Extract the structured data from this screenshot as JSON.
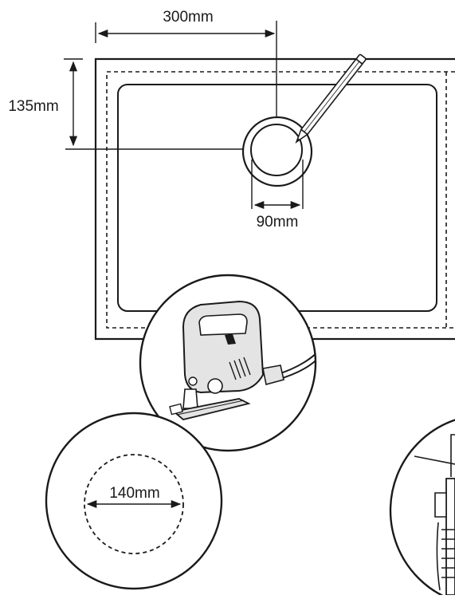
{
  "dimensions": {
    "hole_offset_x": "300mm",
    "hole_offset_y": "135mm",
    "hole_diameter": "90mm",
    "cutout_diameter": "140mm"
  },
  "colors": {
    "line": "#1a1a1a",
    "background": "#ffffff",
    "tool_body": "#e4e4e4"
  },
  "icons": {
    "marking_tool": "pencil-icon",
    "cutting_tool": "jigsaw-icon"
  }
}
